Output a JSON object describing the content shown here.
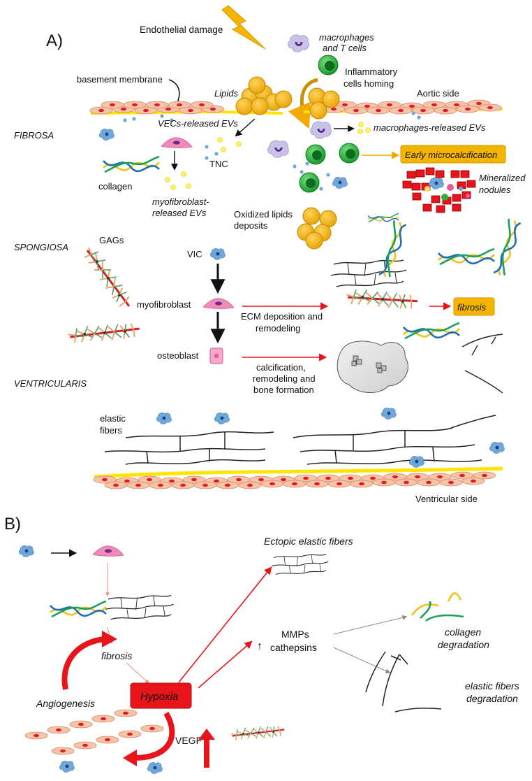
{
  "panel_a": {
    "label": "A)",
    "endothelial_damage": "Endothelial damage",
    "macrophages_line1": "macrophages",
    "macrophages_line2": "and T cells",
    "inflammatory_line1": "Inflammatory",
    "inflammatory_line2": "cells homing",
    "basement_membrane": "basement membrane",
    "lipids": "Lipids",
    "aortic_side": "Aortic side",
    "fibrosa": "FIBROSA",
    "vecs_evs": "VECs-released EVs",
    "macrophage_evs": "macrophages-released EVs",
    "tnc": "TNC",
    "collagen": "collagen",
    "early_microcalcification": "Early microcalcification",
    "mineralized_line1": "Mineralized",
    "mineralized_line2": "nodules",
    "myofibroblast_evs_line1": "myofibroblast-",
    "myofibroblast_evs_line2": "released EVs",
    "oxidized_line1": "Oxidized lipids",
    "oxidized_line2": "deposits",
    "spongiosa": "SPONGIOSA",
    "gags": "GAGs",
    "vic": "VIC",
    "myofibroblast": "myofibroblast",
    "ecm_line1": "ECM deposition and",
    "ecm_line2": "remodeling",
    "fibrosis": "fibrosis",
    "osteoblast": "osteoblast",
    "calc_line1": "calcification,",
    "calc_line2": "remodeling and",
    "calc_line3": "bone formation",
    "ventricularis": "VENTRICULARIS",
    "elastic_line1": "elastic",
    "elastic_line2": "fibers",
    "ventricular_side": "Ventricular side"
  },
  "panel_b": {
    "label": "B)",
    "ectopic": "Ectopic elastic fibers",
    "fibrosis": "fibrosis",
    "up_arrow": "↑",
    "mmps": "MMPs",
    "cathepsins": "cathepsins",
    "collagen_deg_line1": "collagen",
    "collagen_deg_line2": "degradation",
    "elastic_deg_line1": "elastic fibers",
    "elastic_deg_line2": "degradation",
    "hypoxia": "Hypoxia",
    "angiogenesis": "Angiogenesis",
    "vegf": "VEGF"
  },
  "colors": {
    "gold": "#F4B400",
    "red": "#E8141B",
    "pink": "#E75A9C",
    "vic_blue": "#6FA7D8",
    "macrophage": "#B9B6DD",
    "green_cell": "#2EAE3A",
    "collagen_blue": "#1F6FB4",
    "collagen_yellow": "#F2C21A",
    "collagen_green": "#1B9E5A",
    "endothelium": "#F4C6A8"
  }
}
